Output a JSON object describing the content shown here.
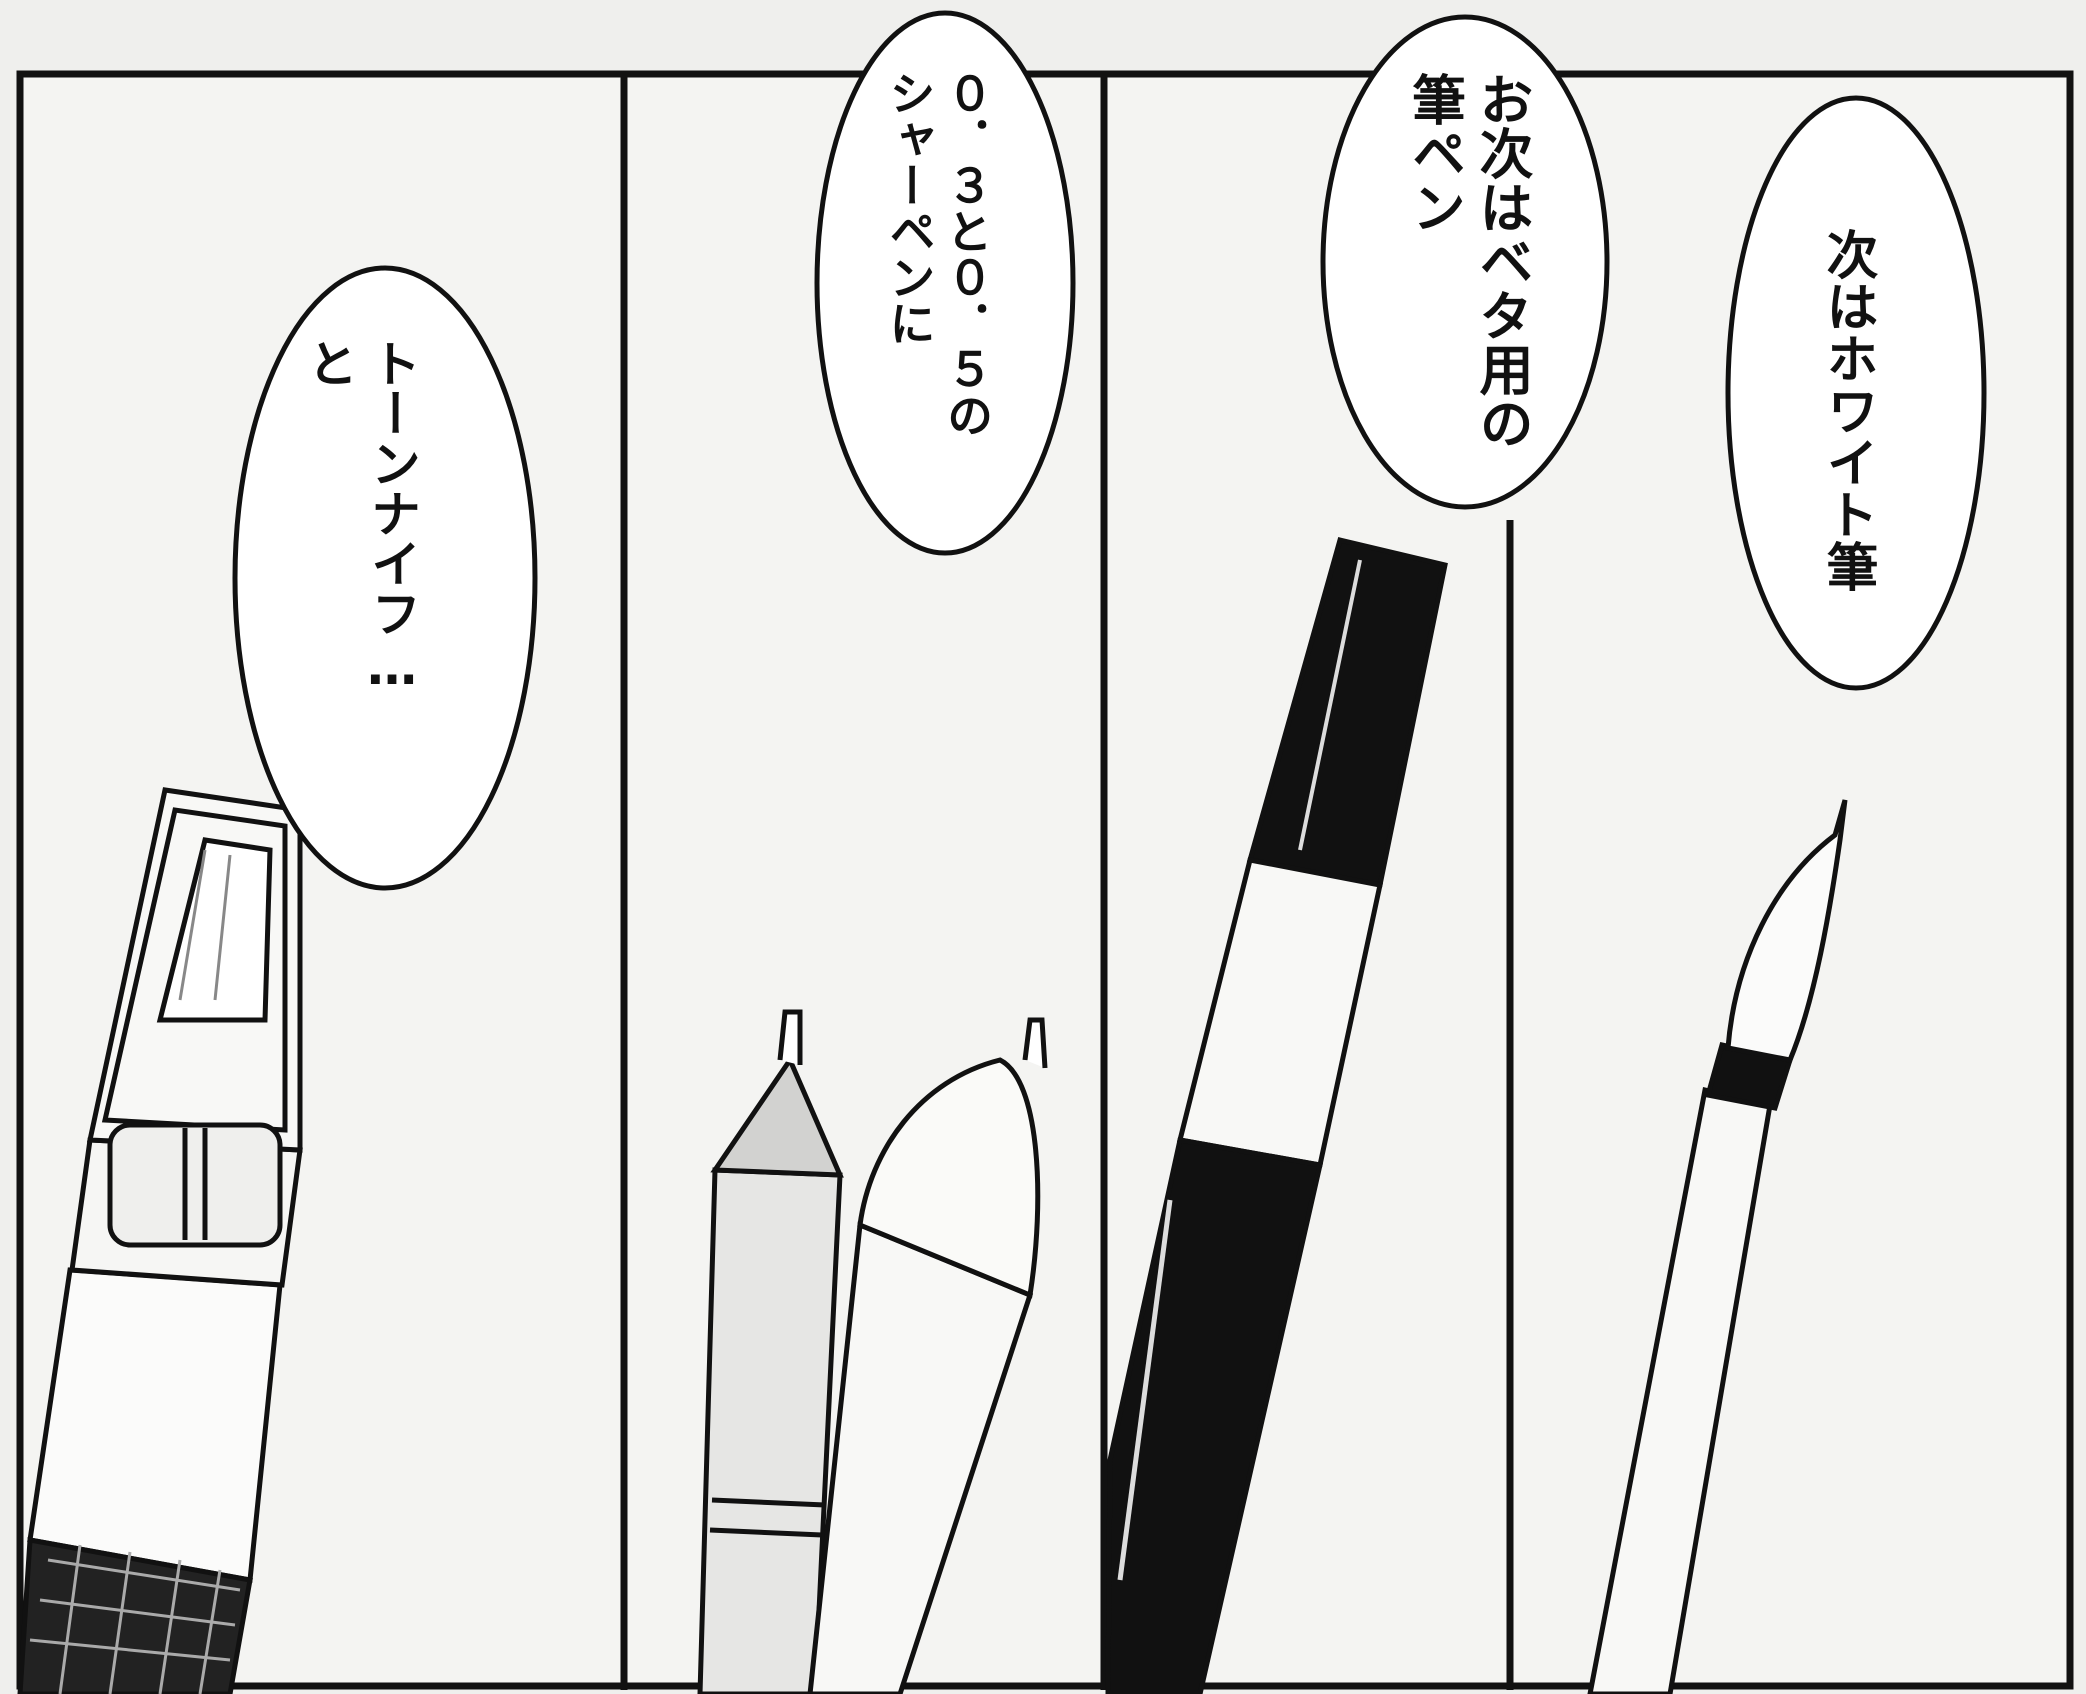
{
  "panels": [
    {
      "item": "tone-knife",
      "speech": "トーンナイフ…\nと"
    },
    {
      "item": "mechanical-pencils",
      "speech": "０．３と０．５の\nシャーペンに"
    },
    {
      "item": "brush-pen",
      "speech": "お次はベタ用の\n筆ペン"
    },
    {
      "item": "white-brush",
      "speech": "次はホワイト筆"
    }
  ],
  "colors": {
    "paper": "#efefed",
    "ink": "#111111"
  }
}
